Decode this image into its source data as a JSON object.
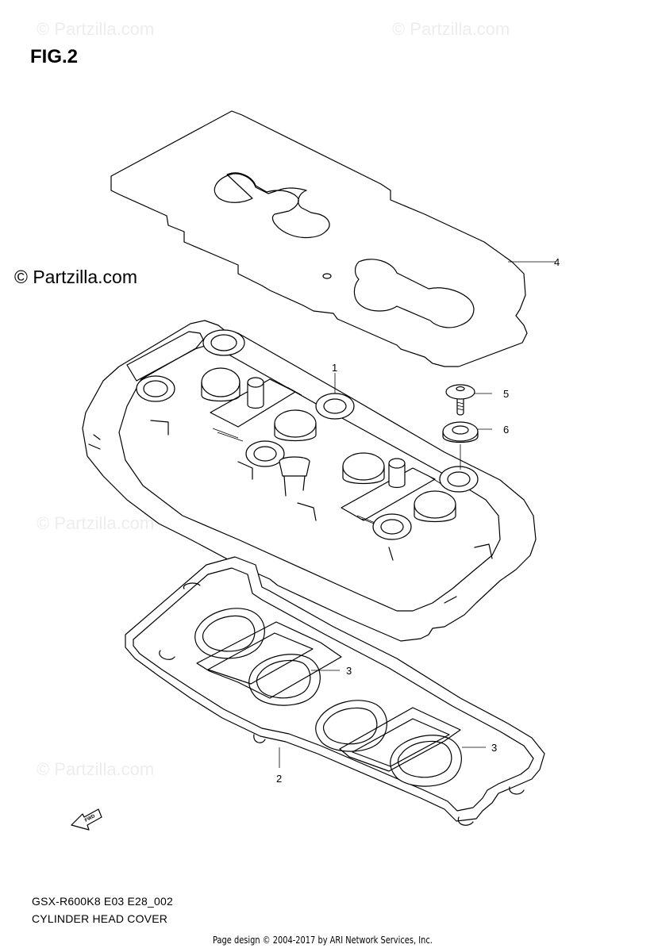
{
  "figure": {
    "title": "FIG.2"
  },
  "watermarks": {
    "text": "© Partzilla.com",
    "main_text": "© Partzilla.com"
  },
  "callouts": [
    "1",
    "2",
    "3",
    "3",
    "4",
    "5",
    "6"
  ],
  "fwd_label": "FWD",
  "model_code": "GSX-R600K8 E03 E28_002",
  "caption": "CYLINDER HEAD COVER",
  "footer": "Page design © 2004-2017 by ARI Network Services, Inc."
}
